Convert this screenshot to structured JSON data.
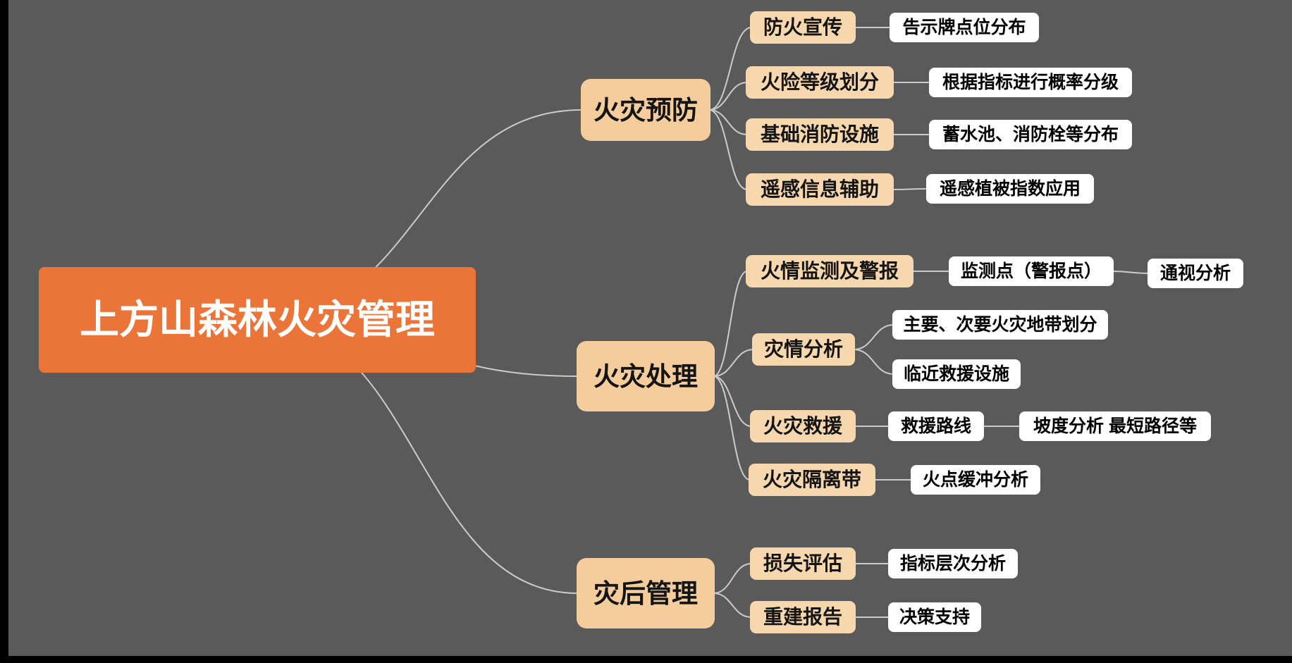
{
  "colors": {
    "background": "#5A5A5A",
    "root_fill": "#EB7439",
    "branch_fill": "#F5CD9C",
    "subtopic_fill": "#F7D8AE",
    "leaf_fill": "#FFFFFF",
    "connector": "#CBCBCB"
  },
  "root": {
    "label": "上方山森林火灾管理"
  },
  "branches": [
    {
      "label": "火灾预防",
      "children": [
        {
          "label": "防火宣传",
          "children": [
            {
              "label": "告示牌点位分布"
            }
          ]
        },
        {
          "label": "火险等级划分",
          "children": [
            {
              "label": "根据指标进行概率分级"
            }
          ]
        },
        {
          "label": "基础消防设施",
          "children": [
            {
              "label": "蓄水池、消防栓等分布"
            }
          ]
        },
        {
          "label": "遥感信息辅助",
          "children": [
            {
              "label": "遥感植被指数应用"
            }
          ]
        }
      ]
    },
    {
      "label": "火灾处理",
      "children": [
        {
          "label": "火情监测及警报",
          "children": [
            {
              "label": "监测点（警报点）",
              "children": [
                {
                  "label": "通视分析"
                }
              ]
            }
          ]
        },
        {
          "label": "灾情分析",
          "children": [
            {
              "label": "主要、次要火灾地带划分"
            },
            {
              "label": "临近救援设施"
            }
          ]
        },
        {
          "label": "火灾救援",
          "children": [
            {
              "label": "救援路线",
              "children": [
                {
                  "label": "坡度分析 最短路径等"
                }
              ]
            }
          ]
        },
        {
          "label": "火灾隔离带",
          "children": [
            {
              "label": "火点缓冲分析"
            }
          ]
        }
      ]
    },
    {
      "label": "灾后管理",
      "children": [
        {
          "label": "损失评估",
          "children": [
            {
              "label": "指标层次分析"
            }
          ]
        },
        {
          "label": "重建报告",
          "children": [
            {
              "label": "决策支持"
            }
          ]
        }
      ]
    }
  ]
}
